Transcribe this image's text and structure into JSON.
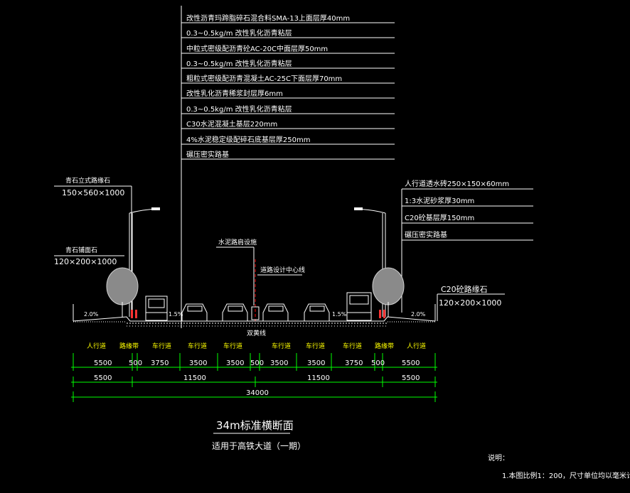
{
  "layers_top": [
    "改性沥青玛蹄脂碎石混合料SMA-13上面层厚40mm",
    "0.3~0.5kg/m 改性乳化沥青粘层",
    "中粒式密级配沥青砼AC-20C中面层厚50mm",
    "0.3~0.5kg/m 改性乳化沥青粘层",
    "粗粒式密级配沥青混凝土AC-25C下面层厚70mm",
    "改性乳化沥青稀浆封层厚6mm",
    "0.3~0.5kg/m 改性乳化沥青粘层",
    "C30水泥混凝土基层220mm",
    "4%水泥稳定级配碎石底基层厚250mm",
    "碾压密实路基"
  ],
  "layers_sidewalk": [
    "人行道透水砖250×150×60mm",
    "1:3水泥砂浆厚30mm",
    "C20砼基层厚150mm",
    "碾压密实路基"
  ],
  "labels": {
    "curb_title": "青石立式路缘石",
    "curb_size": "150×560×1000",
    "edge_title": "青石铺面石",
    "edge_size": "120×200×1000",
    "c20_title": "C20砼路缘石",
    "c20_size": "120×200×1000",
    "drain": "水泥路肩设施",
    "centerline": "道路设计中心线",
    "double_yellow": "双黄线",
    "slope_left_sidewalk": "2.0%",
    "slope_left_road": "1.5%",
    "slope_right_road": "1.5%",
    "slope_right_sidewalk": "2.0%"
  },
  "zones": [
    "人行道",
    "路缘带",
    "车行道",
    "车行道",
    "车行道",
    "车行道",
    "车行道",
    "车行道",
    "路缘带",
    "人行道"
  ],
  "dims_row1": [
    "5500",
    "500",
    "3750",
    "3500",
    "3500",
    "500",
    "3500",
    "3500",
    "3750",
    "500",
    "5500"
  ],
  "dims_row2": [
    "5500",
    "11500",
    "11500",
    "5500"
  ],
  "dims_total": "34000",
  "title": "34m标准横断面",
  "subtitle": "适用于高铁大道（一期）",
  "notes_title": "说明：",
  "notes": [
    "1.本图比例1：200，尺寸单位均以毫米计。"
  ],
  "colors": {
    "dim_line": "#00ff00",
    "text": "#ffffff",
    "accent_yellow": "#ffff00",
    "accent_red": "#ff0000"
  }
}
